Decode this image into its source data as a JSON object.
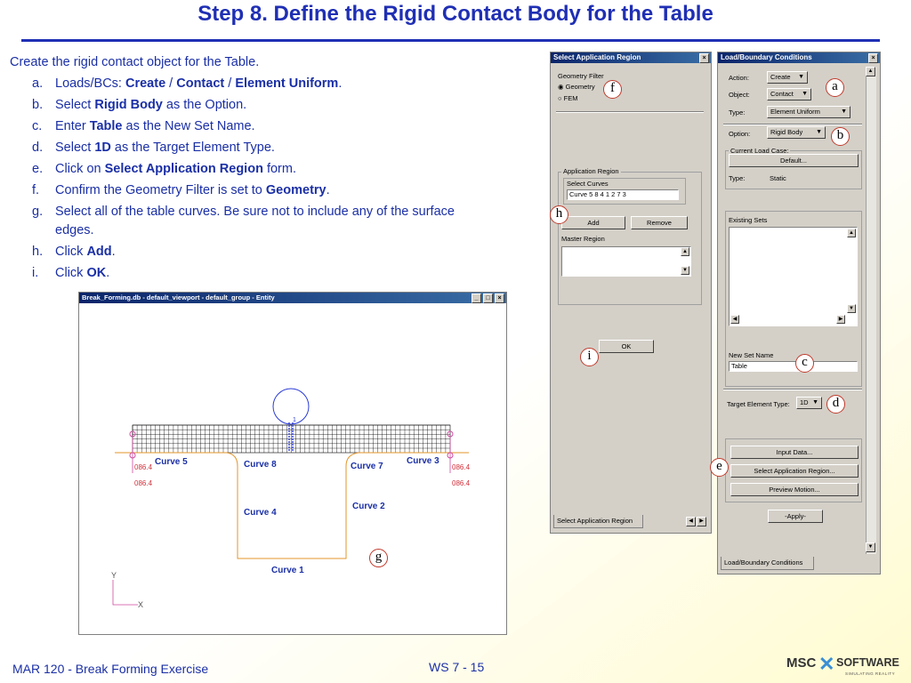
{
  "slide": {
    "title": "Step 8. Define the Rigid Contact Body for the Table",
    "intro": "Create the rigid contact object for the Table.",
    "steps": [
      {
        "letter": "a.",
        "parts": [
          {
            "t": "Loads/BCs: "
          },
          {
            "t": "Create",
            "b": true
          },
          {
            "t": " / "
          },
          {
            "t": "Contact",
            "b": true
          },
          {
            "t": " / "
          },
          {
            "t": "Element Uniform",
            "b": true
          },
          {
            "t": "."
          }
        ]
      },
      {
        "letter": "b.",
        "parts": [
          {
            "t": "Select "
          },
          {
            "t": "Rigid Body",
            "b": true
          },
          {
            "t": " as the Option."
          }
        ]
      },
      {
        "letter": "c.",
        "parts": [
          {
            "t": "Enter "
          },
          {
            "t": "Table",
            "b": true
          },
          {
            "t": " as the New Set Name."
          }
        ]
      },
      {
        "letter": "d.",
        "parts": [
          {
            "t": "Select "
          },
          {
            "t": "1D",
            "b": true
          },
          {
            "t": " as the Target Element Type."
          }
        ]
      },
      {
        "letter": "e.",
        "parts": [
          {
            "t": "Click on "
          },
          {
            "t": "Select Application Region",
            "b": true
          },
          {
            "t": " form."
          }
        ]
      },
      {
        "letter": "f.",
        "parts": [
          {
            "t": "Confirm the Geometry Filter is set to "
          },
          {
            "t": "Geometry",
            "b": true
          },
          {
            "t": "."
          }
        ]
      },
      {
        "letter": "g.",
        "parts": [
          {
            "t": "Select all of the table curves. Be sure not to include any of the surface edges."
          }
        ]
      },
      {
        "letter": "h.",
        "parts": [
          {
            "t": "Click "
          },
          {
            "t": "Add",
            "b": true
          },
          {
            "t": "."
          }
        ]
      },
      {
        "letter": "i.",
        "parts": [
          {
            "t": "Click "
          },
          {
            "t": "OK",
            "b": true
          },
          {
            "t": "."
          }
        ]
      }
    ],
    "footer_left": "MAR 120 - Break Forming Exercise",
    "footer_center": "WS 7 - 15",
    "logo": {
      "text_a": "MSC",
      "text_b": "SOFTWARE",
      "tagline": "SIMULATING REALITY"
    },
    "accent": "#1f2fb4"
  },
  "viewport": {
    "title": "Break_Forming.db - default_viewport - default_group - Entity",
    "curves": [
      "Curve 5",
      "Curve 8",
      "Curve 7",
      "Curve 3",
      "Curve 4",
      "Curve 2",
      "Curve 1"
    ],
    "node_value": "086.4",
    "node_label": "1",
    "axis_y": "Y",
    "axis_x": "X"
  },
  "select_region": {
    "title": "Select Application Region",
    "geometry_filter_label": "Geometry Filter",
    "radio_geometry": "Geometry",
    "radio_fem": "FEM",
    "app_region_label": "Application Region",
    "select_curves_label": "Select Curves",
    "select_curves_value": "Curve 5 8 4 1 2 7 3",
    "add_label": "Add",
    "remove_label": "Remove",
    "master_region_label": "Master Region",
    "ok_label": "OK",
    "tab_label": "Select Application Region"
  },
  "lbc": {
    "title": "Load/Boundary Conditions",
    "action_label": "Action:",
    "action_value": "Create",
    "object_label": "Object:",
    "object_value": "Contact",
    "type_label": "Type:",
    "type_value": "Element Uniform",
    "option_label": "Option:",
    "option_value": "Rigid Body",
    "current_case_label": "Current Load Case:",
    "default_btn": "Default...",
    "type2_label": "Type:",
    "type2_value": "Static",
    "existing_sets_label": "Existing Sets",
    "new_set_label": "New Set Name",
    "new_set_value": "Table",
    "target_label": "Target Element Type:",
    "target_value": "1D",
    "input_data_btn": "Input Data...",
    "select_region_btn": "Select Application Region...",
    "preview_btn": "Preview Motion...",
    "apply_btn": "-Apply-",
    "tab_label": "Load/Boundary Conditions"
  },
  "callouts": {
    "a": "a",
    "b": "b",
    "c": "c",
    "d": "d",
    "e": "e",
    "f": "f",
    "g": "g",
    "h": "h",
    "i": "i"
  }
}
